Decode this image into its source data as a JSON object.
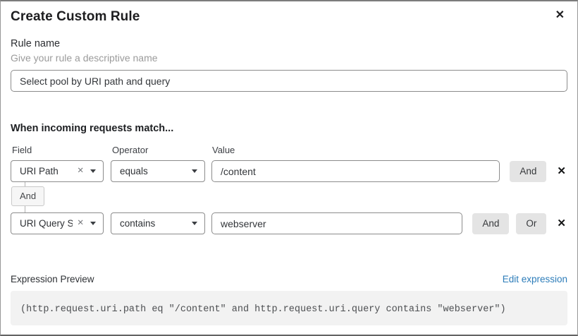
{
  "dialog": {
    "title": "Create Custom Rule"
  },
  "icons": {
    "close": "✕",
    "clear": "✕",
    "remove": "✕"
  },
  "rule_name": {
    "label": "Rule name",
    "helper": "Give your rule a descriptive name",
    "value": "Select pool by URI path and query"
  },
  "match": {
    "heading": "When incoming requests match...",
    "columns": {
      "field": "Field",
      "operator": "Operator",
      "value": "Value"
    },
    "rows": [
      {
        "field": "URI Path",
        "operator": "equals",
        "value": "/content",
        "and_label": "And"
      },
      {
        "field": "URI Query St...",
        "operator": "contains",
        "value": "webserver",
        "and_label": "And",
        "or_label": "Or"
      }
    ],
    "connector": "And"
  },
  "expression": {
    "label": "Expression Preview",
    "edit_link": "Edit expression",
    "code": "(http.request.uri.path eq \"/content\" and http.request.uri.query contains \"webserver\")"
  },
  "colors": {
    "link": "#2c7cb9",
    "border": "#8c8c8c",
    "button_bg": "#e4e4e4",
    "code_bg": "#f2f2f2",
    "helper": "#9b9b9b"
  }
}
